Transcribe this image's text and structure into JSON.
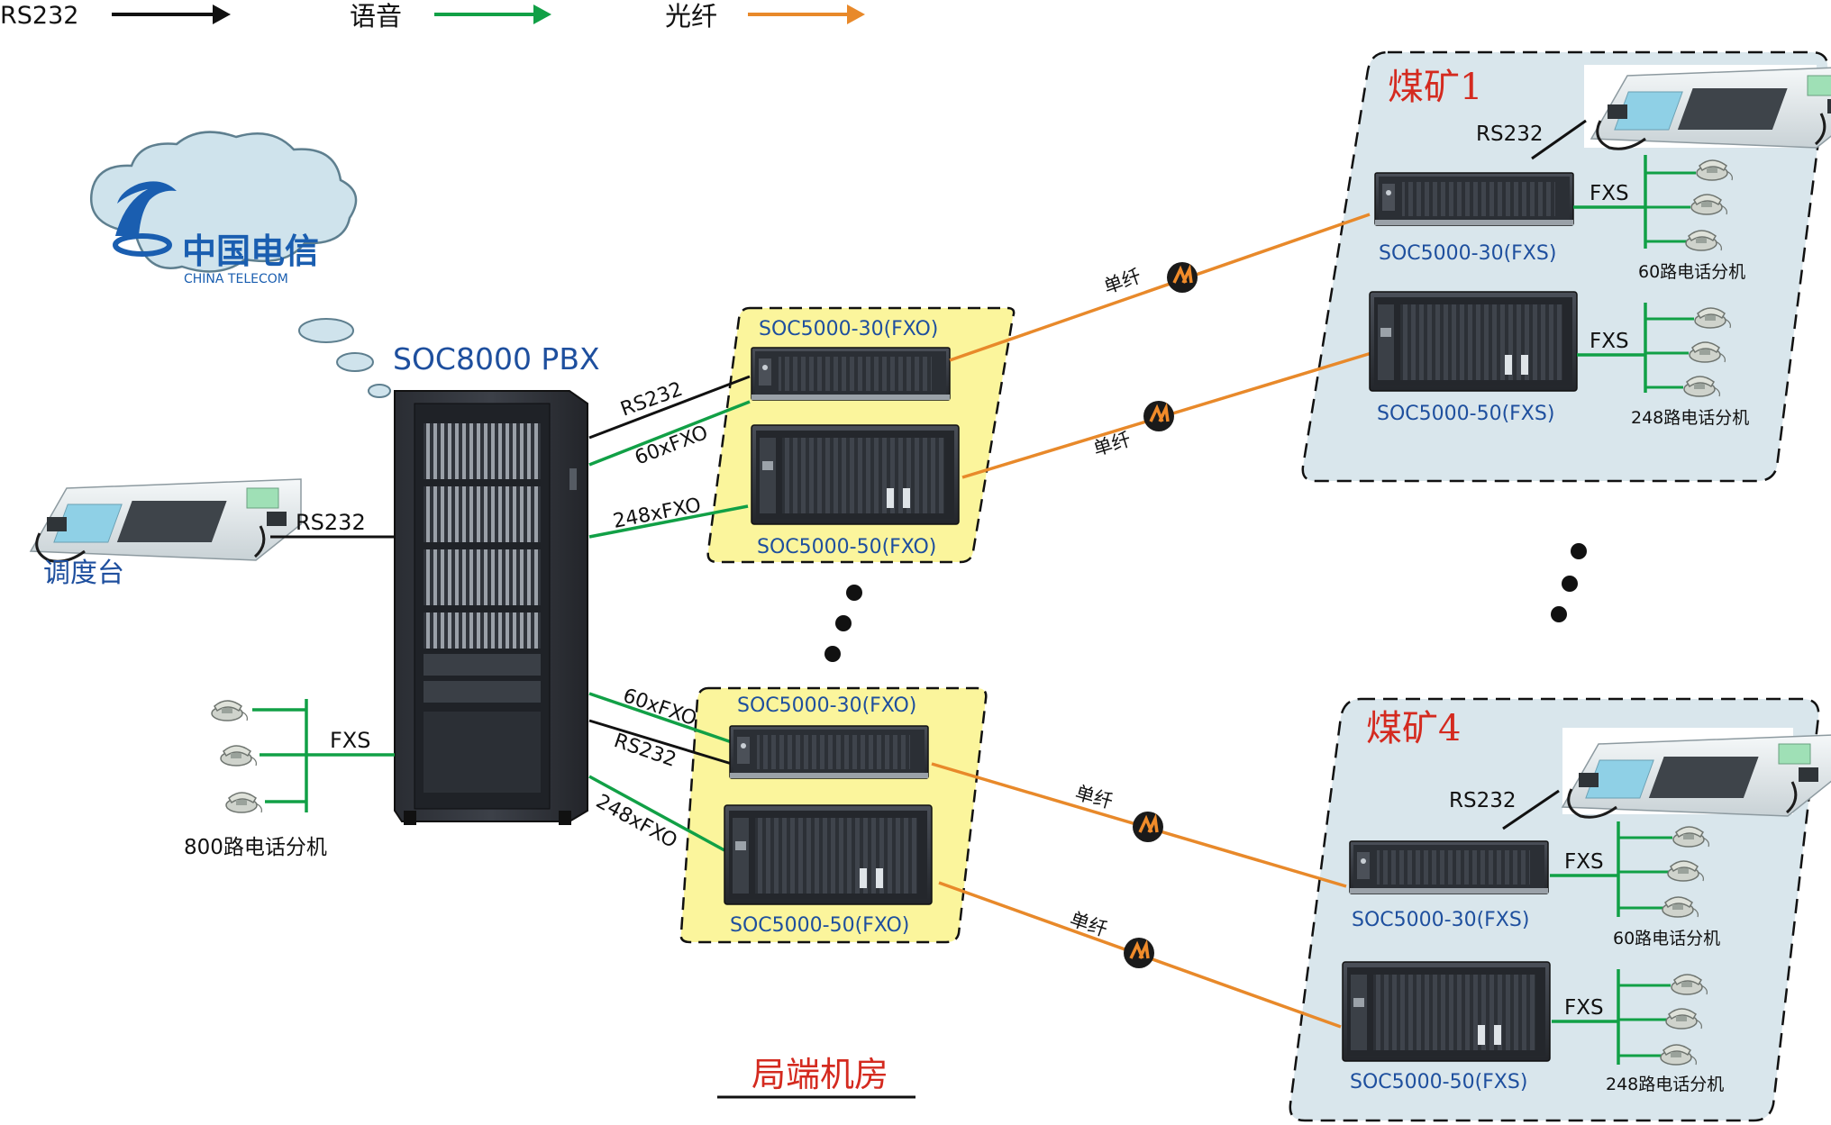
{
  "legend": {
    "rs232": "RS232",
    "voice": "语音",
    "fiber": "光纤"
  },
  "colors": {
    "rs232": "#111111",
    "voice": "#11a046",
    "fiber": "#e8892a",
    "label_blue": "#1e4f9e",
    "label_red": "#d42a1f",
    "yellow_zone": "#fbf59c",
    "mine_zone": "#d9e6ec"
  },
  "cloud": {
    "logo_cn": "中国电信",
    "logo_en": "CHINA TELECOM"
  },
  "pbx": {
    "label": "SOC8000 PBX"
  },
  "console_left": {
    "label": "调度台",
    "link": "RS232"
  },
  "extensions_left": {
    "link": "FXS",
    "label": "800路电话分机"
  },
  "central_office": {
    "title": "局端机房",
    "group_top": {
      "device_30": "SOC5000-30(FXO)",
      "device_50": "SOC5000-50(FXO)",
      "link_rs232": "RS232",
      "link_60": "60xFXO",
      "link_248": "248xFXO"
    },
    "group_bottom": {
      "device_30": "SOC5000-30(FXO)",
      "device_50": "SOC5000-50(FXO)",
      "link_rs232": "RS232",
      "link_60": "60xFXO",
      "link_248": "248xFXO"
    }
  },
  "fiber_label": "单纤",
  "mine1": {
    "title": "煤矿1",
    "rs232": "RS232",
    "device_30": "SOC5000-30(FXS)",
    "device_50": "SOC5000-50(FXS)",
    "fxs_a": "FXS",
    "fxs_b": "FXS",
    "ext_a": "60路电话分机",
    "ext_b": "248路电话分机"
  },
  "mine4": {
    "title": "煤矿4",
    "rs232": "RS232",
    "device_30": "SOC5000-30(FXS)",
    "device_50": "SOC5000-50(FXS)",
    "fxs_a": "FXS",
    "fxs_b": "FXS",
    "ext_a": "60路电话分机",
    "ext_b": "248路电话分机"
  }
}
